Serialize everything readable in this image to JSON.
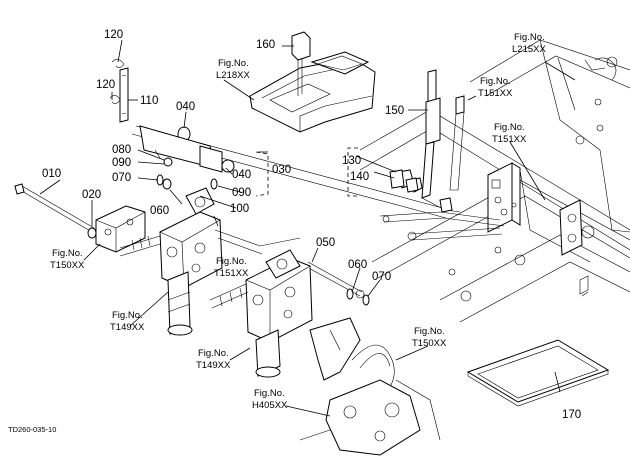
{
  "parts": {
    "p010": "010",
    "p020": "020",
    "p030": "030",
    "p040a": "040",
    "p040b": "040",
    "p050": "050",
    "p060a": "060",
    "p060b": "060",
    "p070a": "070",
    "p070b": "070",
    "p080": "080",
    "p090a": "090",
    "p090b": "090",
    "p100": "100",
    "p110": "110",
    "p120a": "120",
    "p120b": "120",
    "p130": "130",
    "p140": "140",
    "p150": "150",
    "p160": "160",
    "p170": "170"
  },
  "fig_refs": {
    "fig_label": "Fig.No.",
    "l218": "L218XX",
    "l215": "L215XX",
    "t151_top": "T151XX",
    "t151_mid": "T151XX",
    "t151_left": "T151XX",
    "t150_left": "T150XX",
    "t150_right": "T150XX",
    "t149_a": "T149XX",
    "t149_b": "T149XX",
    "h405": "H405XX"
  },
  "drawing_code": "TD260-035-10"
}
